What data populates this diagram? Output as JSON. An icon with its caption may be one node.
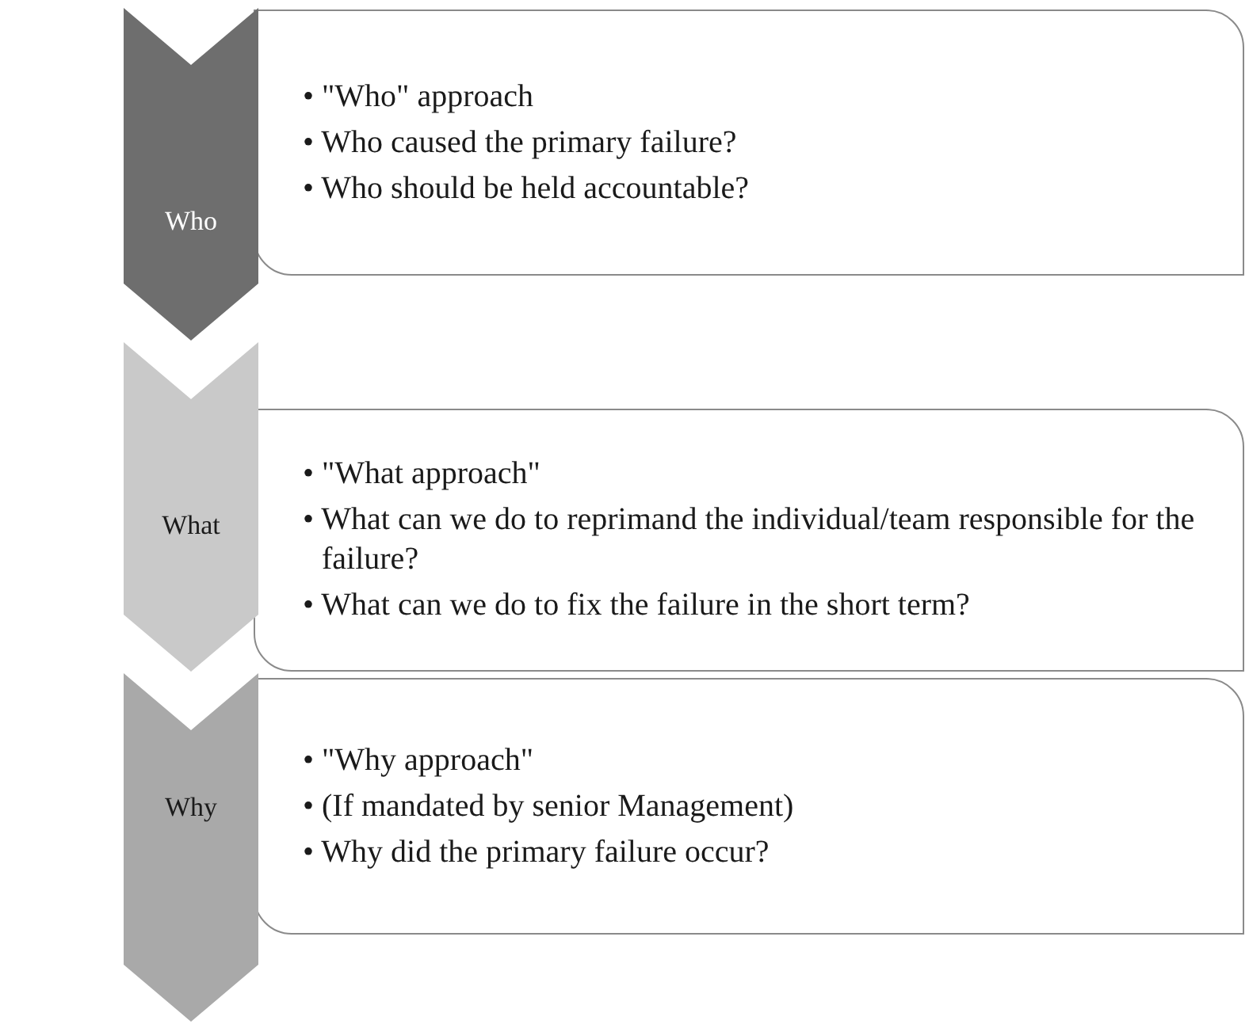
{
  "diagram": {
    "nodes": [
      {
        "text": [
          "Who"
        ]
      },
      {
        "text": [
          "• \"Who\" approach",
          "• Who caused the primary failure?",
          "• Who should be held accountable?"
        ]
      },
      {
        "text": [
          "What"
        ]
      },
      {
        "text": [
          "• \"What approach\"",
          "• What can we do to reprimand the individual/team responsible for the failure?",
          "• What can we do to fix the failure in the short term?"
        ]
      },
      {
        "text": [
          "Why"
        ]
      },
      {
        "text": [
          "• \"Why approach\"",
          "• (If mandated by senior Management)",
          "• Why did the primary failure occur?"
        ]
      }
    ],
    "edges": []
  }
}
